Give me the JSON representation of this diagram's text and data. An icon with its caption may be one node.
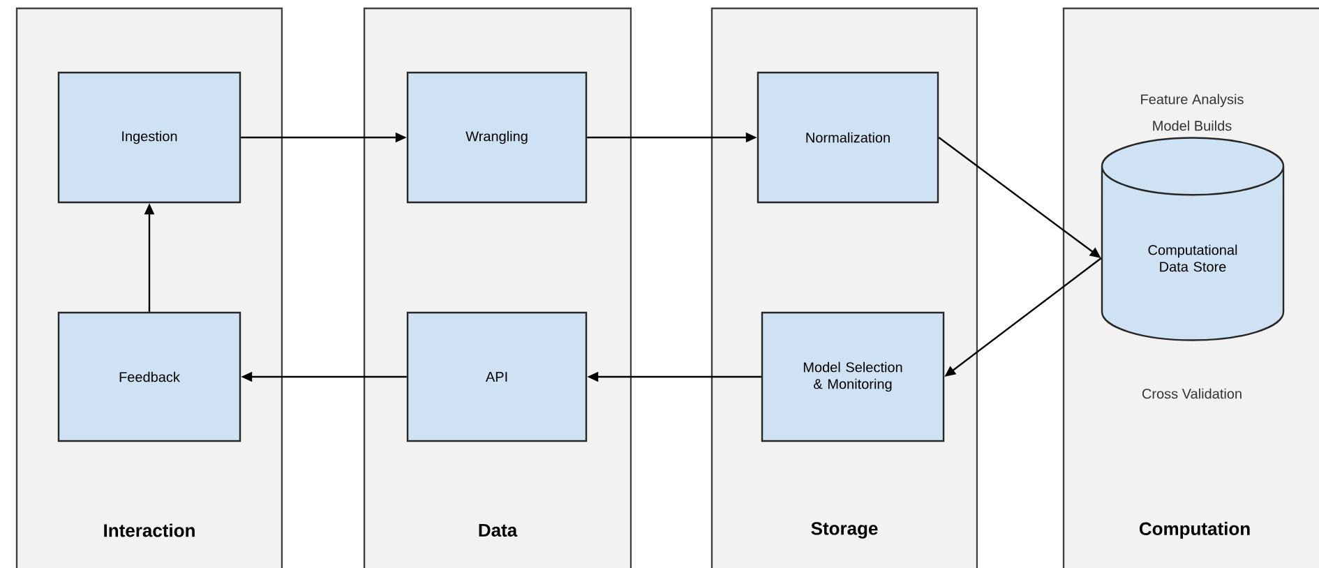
{
  "diagram": {
    "nodes": [
      {
        "text": [
          "Interaction"
        ]
      },
      {
        "text": [
          "Ingestion"
        ],
        "in": 0
      },
      {
        "text": [
          "Feedback"
        ],
        "in": 0
      },
      {
        "text": [
          "Data"
        ]
      },
      {
        "text": [
          "Wrangling"
        ],
        "in": 3
      },
      {
        "text": [
          "API"
        ],
        "in": 3
      },
      {
        "text": [
          "Storage"
        ]
      },
      {
        "text": [
          "Normalization"
        ],
        "in": 6
      },
      {
        "text": [
          "Model Selection & Monitoring"
        ],
        "in": 6
      },
      {
        "text": [
          "Computation"
        ]
      },
      {
        "text": [
          "Computational Data Store"
        ],
        "in": 9
      }
    ],
    "edges": [
      {
        "from": 2,
        "to": 1,
        "arrow": "to"
      },
      {
        "from": 1,
        "to": 4,
        "arrow": "to"
      },
      {
        "from": 4,
        "to": 7,
        "arrow": "to"
      },
      {
        "from": 7,
        "to": 10,
        "arrow": "to"
      },
      {
        "from": 10,
        "to": 8,
        "arrow": "to"
      },
      {
        "from": 8,
        "to": 5,
        "arrow": "to"
      },
      {
        "from": 5,
        "to": 2,
        "arrow": "to"
      }
    ],
    "labels": [
      "Feature Analysis",
      "Model Builds",
      "Cross Validation"
    ]
  }
}
